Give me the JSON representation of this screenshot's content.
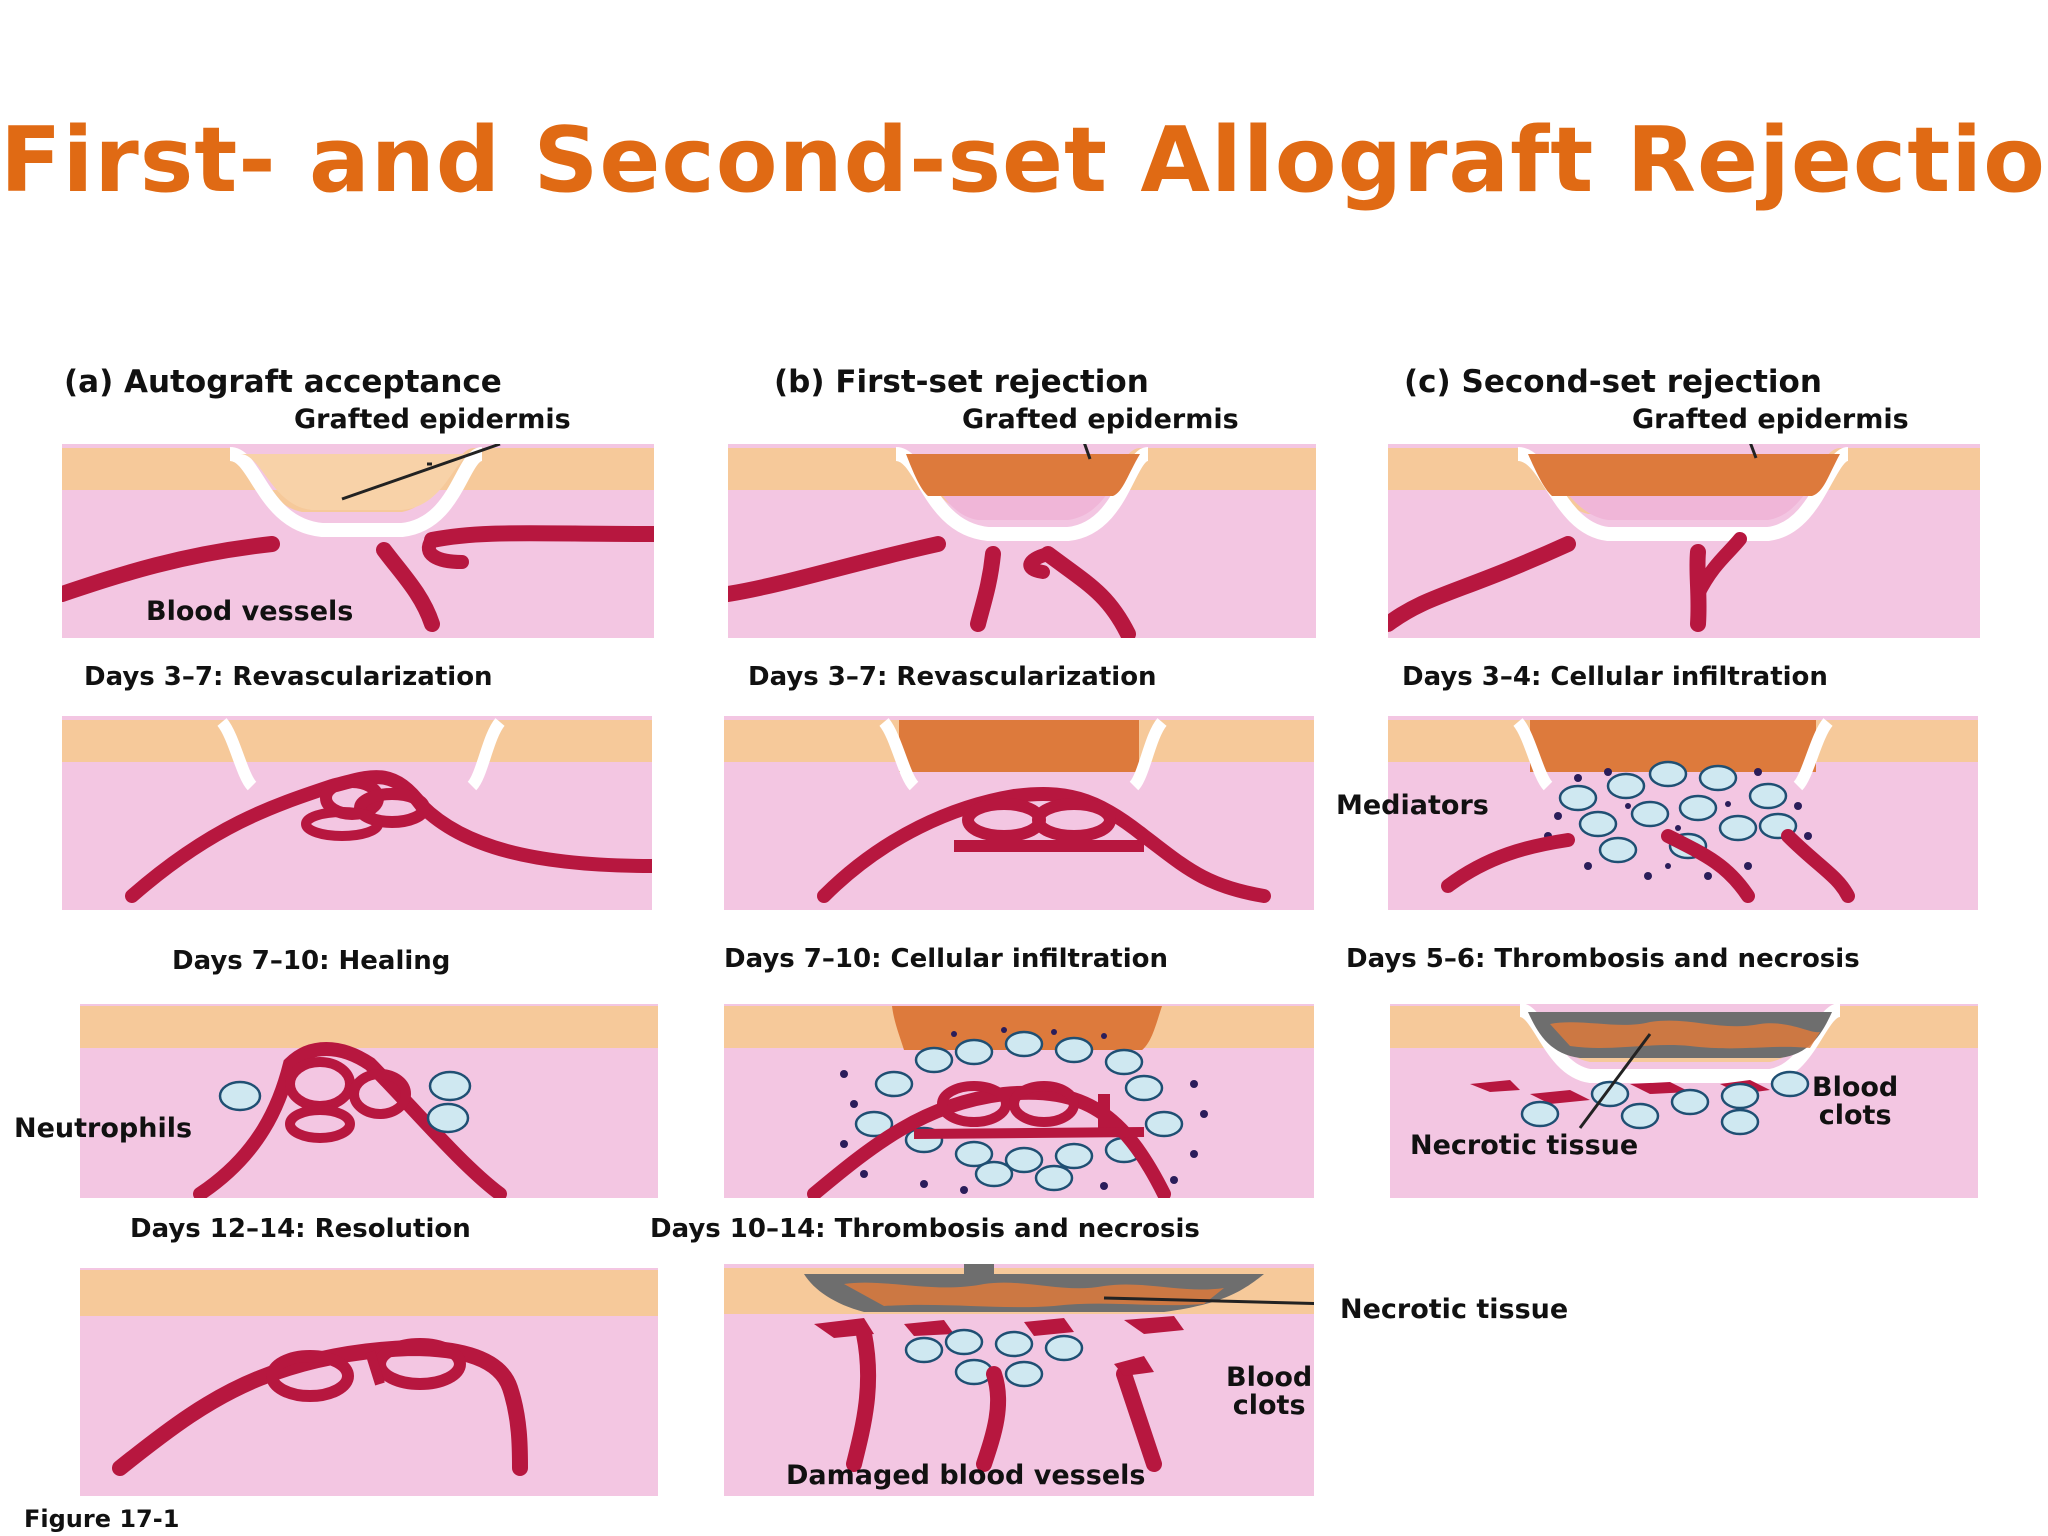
{
  "title": "First- and Second-set Allograft Rejection",
  "columns": {
    "a": "(a) Autograft acceptance",
    "b": "(b) First-set rejection",
    "c": "(c) Second-set rejection"
  },
  "stages": {
    "a2": "Days 3–7: Revascularization",
    "a3": "Days 7–10: Healing",
    "a4": "Days 12–14: Resolution",
    "b2": "Days 3–7: Revascularization",
    "b3": "Days 7–10: Cellular infiltration",
    "b4": "Days 10–14: Thrombosis and necrosis",
    "c2": "Days 3–4: Cellular infiltration",
    "c3": "Days 5–6: Thrombosis and necrosis"
  },
  "labels": {
    "grafted_epidermis": "Grafted epidermis",
    "blood_vessels": "Blood vessels",
    "mediators": "Mediators",
    "neutrophils": "Neutrophils",
    "blood_clots_1": "Blood",
    "blood_clots_2": "clots",
    "necrotic_tissue": "Necrotic tissue",
    "damaged_blood_vessels": "Damaged blood vessels"
  },
  "figure": "Figure 17-1",
  "colors": {
    "title": "#e06a14",
    "epidermis": "#f6c99a",
    "dermis": "#f3c6e2",
    "autograft": "#f8d2a8",
    "allograft": "#dd7a3c",
    "vessel": "#b7173f",
    "cell": "#cfe8f1",
    "necrotic": "#6e6e6e"
  }
}
